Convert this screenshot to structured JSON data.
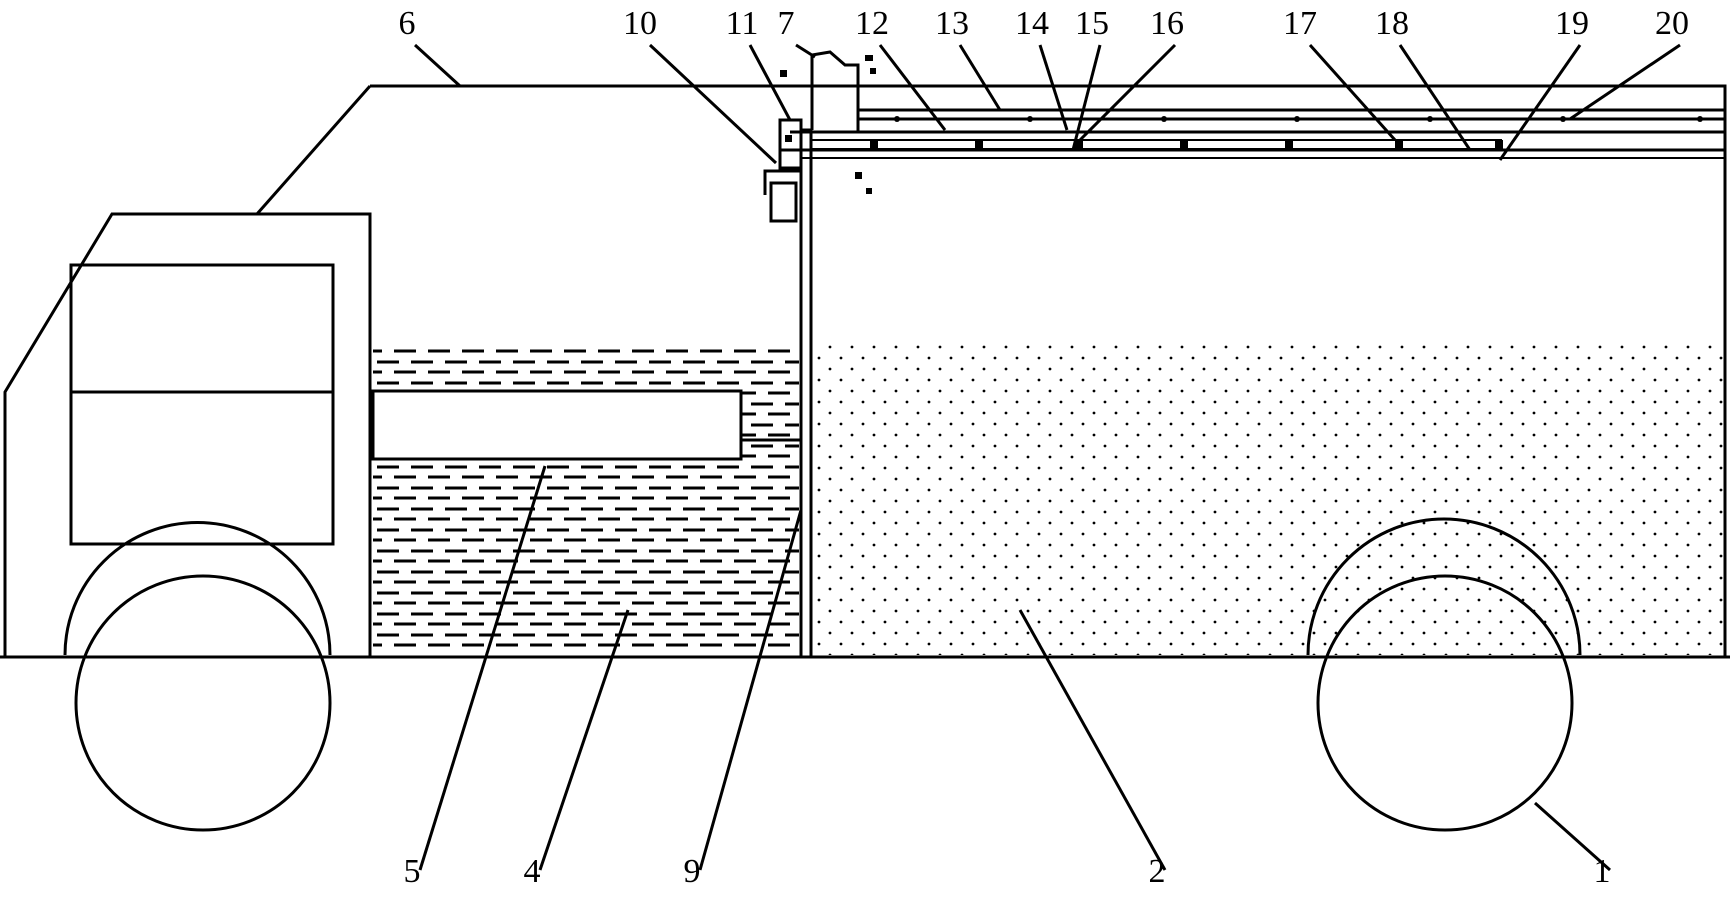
{
  "labels": [
    {
      "id": "1",
      "text": "1"
    },
    {
      "id": "2",
      "text": "2"
    },
    {
      "id": "4",
      "text": "4"
    },
    {
      "id": "5",
      "text": "5"
    },
    {
      "id": "6",
      "text": "6"
    },
    {
      "id": "7",
      "text": "7"
    },
    {
      "id": "9",
      "text": "9"
    },
    {
      "id": "10",
      "text": "10"
    },
    {
      "id": "11",
      "text": "11"
    },
    {
      "id": "12",
      "text": "12"
    },
    {
      "id": "13",
      "text": "13"
    },
    {
      "id": "14",
      "text": "14"
    },
    {
      "id": "15",
      "text": "15"
    },
    {
      "id": "16",
      "text": "16"
    },
    {
      "id": "17",
      "text": "17"
    },
    {
      "id": "18",
      "text": "18"
    },
    {
      "id": "19",
      "text": "19"
    },
    {
      "id": "20",
      "text": "20"
    }
  ],
  "colors": {
    "stroke": "#000000",
    "background": "#ffffff"
  }
}
